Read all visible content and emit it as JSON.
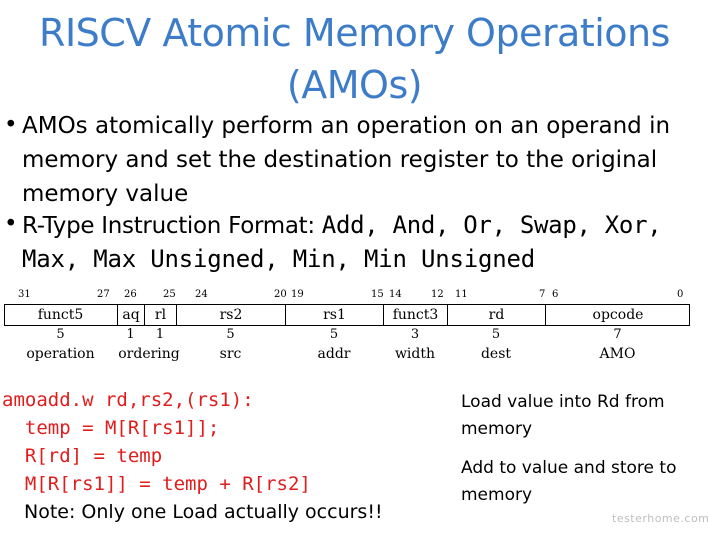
{
  "title": {
    "line1": "RISCV Atomic Memory Operations",
    "line2": "(AMOs)"
  },
  "bullets": {
    "b1": [
      "AMOs atomically perform an operation on an operand in",
      "memory and set the destination register to the original",
      "memory value"
    ],
    "b2_prefix": "R-Type Instruction Format: ",
    "b2_line1_ops": "Add, And, Or, Swap, Xor,",
    "b2_line2_ops": "Max, Max Unsigned, Min, Min Unsigned"
  },
  "format": {
    "bits": [
      "31",
      "27",
      "26",
      "25",
      "24",
      "20",
      "19",
      "15",
      "14",
      "12",
      "11",
      "7",
      "6",
      "0"
    ],
    "fields": [
      "funct5",
      "aq",
      "rl",
      "rs2",
      "rs1",
      "funct3",
      "rd",
      "opcode"
    ],
    "widths": [
      "5",
      "1",
      "1",
      "5",
      "5",
      "3",
      "5",
      "7"
    ],
    "descriptions": [
      "operation",
      "ordering",
      "src",
      "addr",
      "width",
      "dest",
      "AMO"
    ]
  },
  "code": [
    "amoadd.w rd,rs2,(rs1):",
    "  temp = M[R[rs1]];",
    "  R[rd] = temp",
    "  M[R[rs1]] = temp + R[rs2]"
  ],
  "note": "Note: Only one Load actually occurs!!",
  "side_notes": {
    "load": [
      "Load value into Rd from",
      "memory"
    ],
    "add": [
      "Add to value and store to",
      "memory"
    ]
  },
  "watermark": "testerhome.com",
  "colors": {
    "title": "#3d7cc8",
    "code": "#e01d1d"
  }
}
